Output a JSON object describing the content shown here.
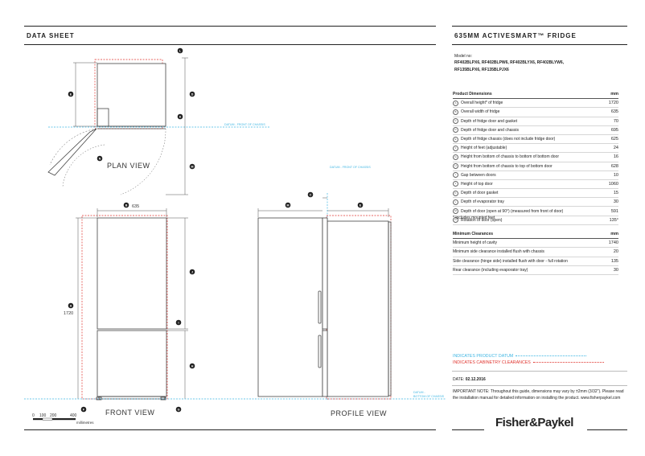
{
  "header": {
    "left_title": "DATA SHEET",
    "right_title": "635MM ACTIVESMART™ FRIDGE"
  },
  "models": {
    "label": "Model no:",
    "line1": "RF402BLPX6, RF402BLPW6, RF402BLYX6, RF402BLYW6,",
    "line2": "RF135BLPX6,  RF135BLPJX6"
  },
  "dimensions": {
    "title": "Product Dimensions",
    "unit": "mm",
    "rows": [
      {
        "letter": "A",
        "label": "Overall height* of fridge",
        "value": "1720"
      },
      {
        "letter": "B",
        "label": "Overall width of fridge",
        "value": "635"
      },
      {
        "letter": "C",
        "label": "Depth of fridge door and gasket",
        "value": "70"
      },
      {
        "letter": "D",
        "label": "Depth of fridge door and chassis",
        "value": "695"
      },
      {
        "letter": "E",
        "label": "Depth of fridge chassis (does not include fridge door)",
        "value": "625"
      },
      {
        "letter": "F",
        "label": "Height of feet (adjustable)",
        "value": "24"
      },
      {
        "letter": "G",
        "label": "Height from bottom of chassis to bottom of bottom door",
        "value": "16"
      },
      {
        "letter": "H",
        "label": "Height from bottom of chassis to top of bottom door",
        "value": "628"
      },
      {
        "letter": "I",
        "label": "Gap between doors",
        "value": "10"
      },
      {
        "letter": "J",
        "label": "Height of top door",
        "value": "1060"
      },
      {
        "letter": "K",
        "label": "Depth of door gasket",
        "value": "15"
      },
      {
        "letter": "L",
        "label": "Depth of evaporator tray",
        "value": "30"
      },
      {
        "letter": "M",
        "label": "Depth of door (open at 90°) (measured from front of door)",
        "value": "591"
      },
      {
        "letter": "N",
        "label": "Rotation of door (open)",
        "value": "135°"
      }
    ],
    "footnote": "* includes mounted feet"
  },
  "clearances": {
    "title": "Minimum Clearances",
    "unit": "mm",
    "rows": [
      {
        "label": "Minimum height of cavity",
        "value": "1740"
      },
      {
        "label": "Minimum side clearance installed flush with chassis",
        "value": "20"
      },
      {
        "label": "Side clearance (hinge side) installed flush with door - full rotation",
        "value": "135"
      },
      {
        "label": "Rear clearance (including evaporator tray)",
        "value": "30"
      }
    ]
  },
  "legend": {
    "product_datum": "INDICATES PRODUCT DATUM",
    "cabinetry": "INDICATES CABINETRY CLEARANCES",
    "product_color": "#3fb6e3",
    "cabinetry_color": "#e0352f"
  },
  "date": {
    "label": "DATE:",
    "value": "02.12.2016"
  },
  "note": "IMPORTANT NOTE: Throughout this guide, dimensions may vary by ±2mm (3/32\"). Please read the installation manual for detailed information on installing the product. www.fisherpaykel.com",
  "brand": "Fisher&Paykel",
  "drawing": {
    "plan_view": "PLAN VIEW",
    "front_view": "FRONT VIEW",
    "profile_view": "PROFILE VIEW",
    "datum_front_plan": "DATUM - FRONT OF CHASSIS",
    "datum_front_profile": "DATUM - FRONT OF CHASSIS",
    "datum_bottom_1": "DATUM -",
    "datum_bottom_2": "BOTTOM OF CHASSIS",
    "width_value": "635",
    "height_value": "1720",
    "scale_ticks": [
      "0",
      "100",
      "200",
      "400"
    ],
    "scale_unit": "millimetres",
    "letters": {
      "plan_l": "L",
      "plan_e": "E",
      "plan_d": "D",
      "plan_k": "K",
      "plan_m": "M",
      "plan_n": "N",
      "front_b": "B",
      "front_a": "A",
      "front_j": "J",
      "front_i": "I",
      "front_h": "H",
      "front_f": "F",
      "front_g": "G",
      "prof_c": "C",
      "prof_m": "M",
      "prof_e": "E"
    }
  }
}
